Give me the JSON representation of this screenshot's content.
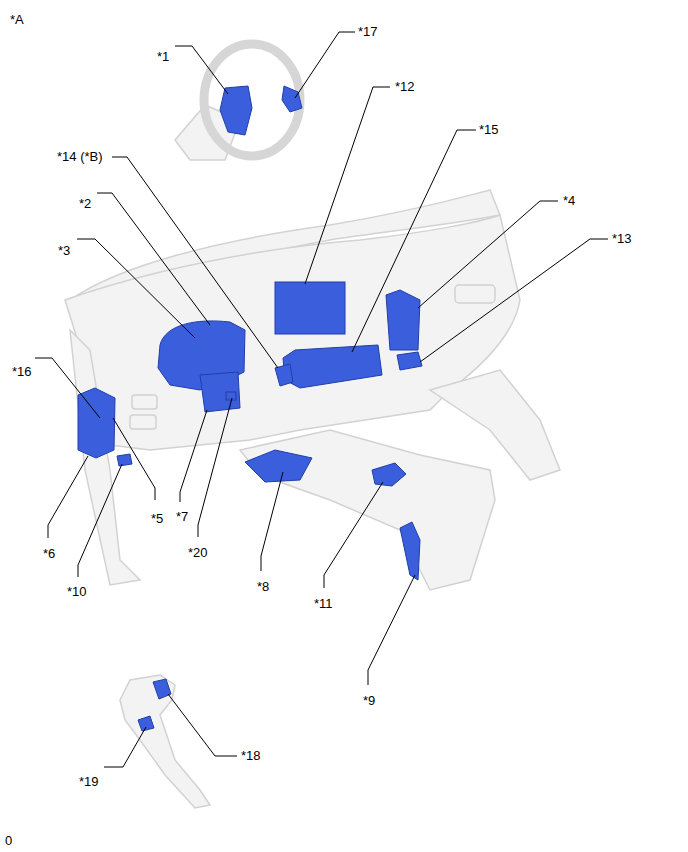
{
  "diagram": {
    "labels": [
      "*A",
      "*1",
      "*17",
      "*12",
      "*14 (*B)",
      "*15",
      "*4",
      "*13",
      "*2",
      "*3",
      "*16",
      "*5",
      "*6",
      "*10",
      "*7",
      "*20",
      "*8",
      "*11",
      "*9",
      "*18",
      "*19",
      "0"
    ]
  }
}
